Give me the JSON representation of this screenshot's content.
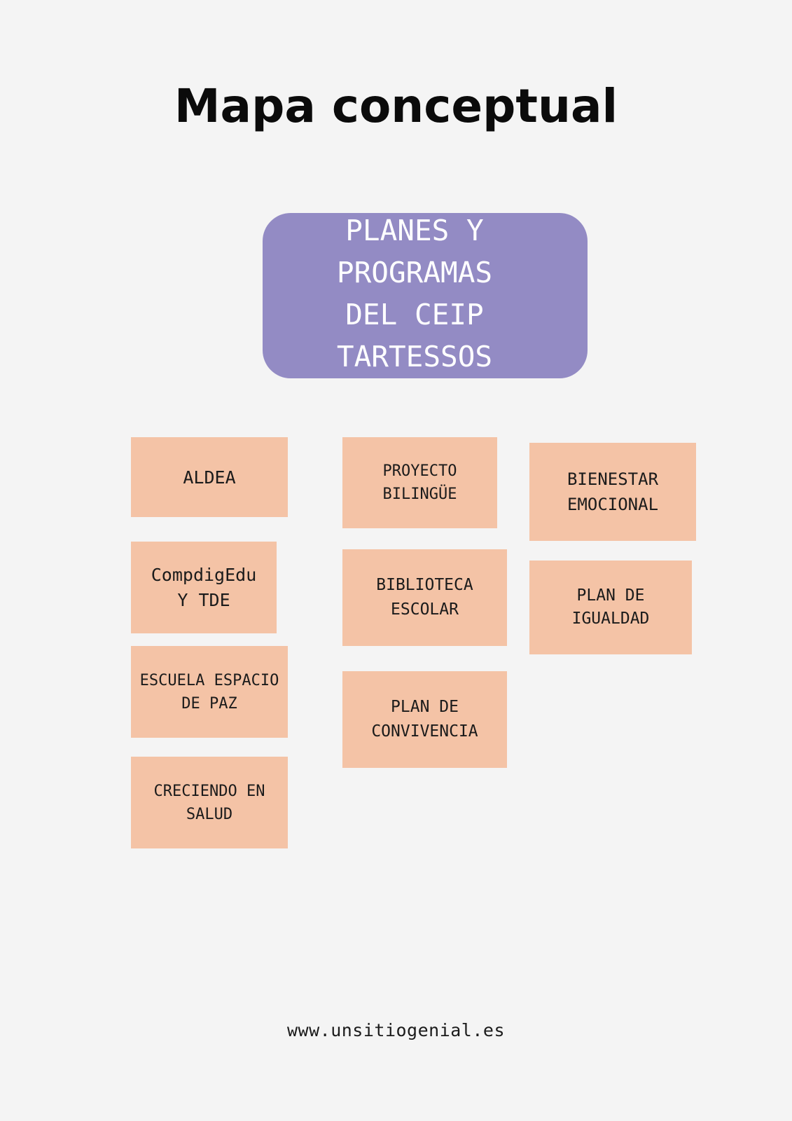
{
  "title": "Mapa conceptual",
  "central": {
    "label": "PLANES Y PROGRAMAS DEL CEIP TARTESSOS"
  },
  "programs": {
    "aldea": "ALDEA",
    "compdigedu": "CompdigEdu Y TDE",
    "escuela_paz": "ESCUELA ESPACIO DE PAZ",
    "creciendo_salud": "CRECIENDO EN SALUD",
    "proyecto_bilingue": "PROYECTO BILINGÜE",
    "biblioteca": "BIBLIOTECA ESCOLAR",
    "convivencia": "PLAN DE CONVIVENCIA",
    "bienestar": "BIENESTAR EMOCIONAL",
    "igualdad": "PLAN DE IGUALDAD"
  },
  "footer": "www.unsitiogenial.es",
  "colors": {
    "background": "#f4f4f4",
    "central_box": "#938bc4",
    "program_box": "#f4c3a6",
    "text": "#1b1b1b"
  }
}
